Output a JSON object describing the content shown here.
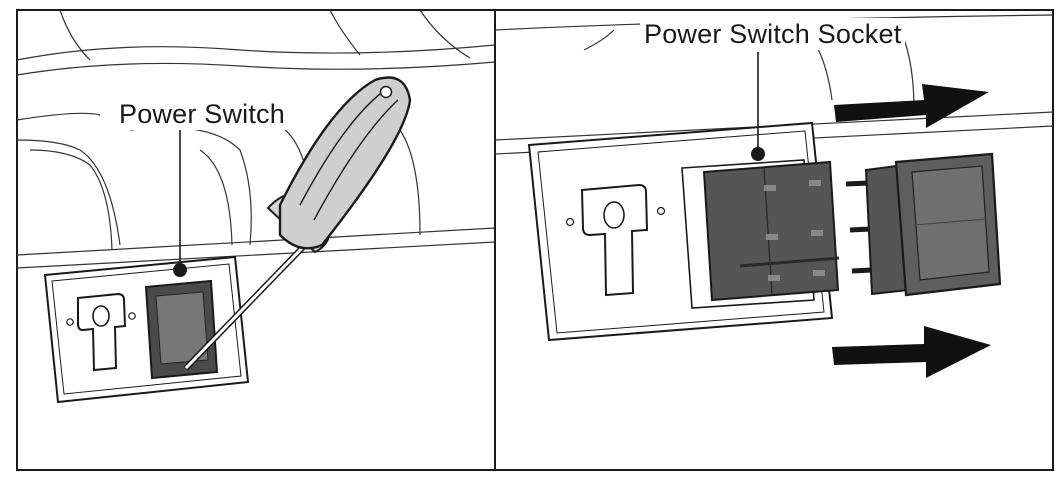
{
  "panels": [
    {
      "id": "remove-switch",
      "callout": "Power Switch"
    },
    {
      "id": "switch-socket",
      "callout": "Power Switch Socket"
    }
  ],
  "colors": {
    "outline": "#1a1a1a",
    "switch_dark": "#5a5a5a",
    "switch_face": "#6e6e6e",
    "screwdriver": "#c8c8c8",
    "arrow": "#111111",
    "panel_fill": "#ffffff"
  },
  "icons": [
    "screwdriver-icon",
    "rocker-switch-icon",
    "arrow-right-icon"
  ]
}
